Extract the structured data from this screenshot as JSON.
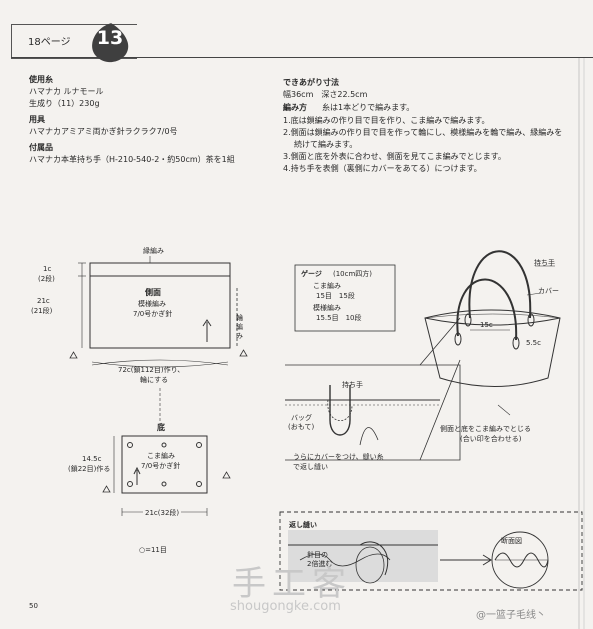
{
  "header": {
    "page_label": "18ページ",
    "number": "13"
  },
  "materials": {
    "yarn_title": "使用糸",
    "yarn_name": "ハマナカ ルナモール",
    "yarn_color": "生成り（11）230g",
    "tools_title": "用具",
    "tools": "ハマナカアミアミ両かぎ針ラクラク7/0号",
    "accessory_title": "付属品",
    "accessory": "ハマナカ本革持ち手（H-210-540-2・約50cm）茶を1組"
  },
  "finish": {
    "size_title": "できあがり寸法",
    "size": "幅36cm　深さ22.5cm",
    "method_title": "編み方",
    "method_note": "糸は1本どりで編みます。",
    "steps": [
      "1.底は鎖編みの作り目で目を作り、こま編みで編みます。",
      "2.側面は鎖編みの作り目で目を作って輪にし、模様編みを輪で編み、縁編みを",
      "続けて編みます。",
      "3.側面と底を外表に合わせ、側面を見てこま編みでとじます。",
      "4.持ち手を表側（裏側にカバーをあてる）につけます。"
    ]
  },
  "side_panel": {
    "edge_label": "縁編み",
    "left_top": "1c",
    "left_top_rows": "(2段)",
    "left_mid": "21c",
    "left_mid_rows": "(21段)",
    "title": "側面",
    "pattern": "模様編み",
    "hook": "7/0号かぎ針",
    "arrow_label": "輪編み",
    "bottom_measure": "72c(鎖112目)作り、",
    "bottom_note": "輪にする"
  },
  "base_panel": {
    "title": "底",
    "stitch": "こま編み",
    "hook": "7/0号かぎ針",
    "left_measure": "14.5c",
    "left_note": "(鎖22目)作る",
    "bottom_measure": "21c(32段)",
    "legend": "○=11目"
  },
  "gauge": {
    "title": "ゲージ",
    "unit": "(10cm四方)",
    "sc_label": "こま編み",
    "sc_value": "15目　15段",
    "pat_label": "模様編み",
    "pat_value": "15.5目　10段"
  },
  "bag": {
    "handle_label": "持ち手",
    "cover_label": "カバー",
    "width_label": "15c",
    "offset_label": "5.5c",
    "join_note_1": "側面と底をこま編みでとじる",
    "join_note_2": "(合い印を合わせる)"
  },
  "detail": {
    "handle_label": "持ち手",
    "bag_label_1": "バッグ",
    "bag_label_2": "(おもて)",
    "note_1": "うらにカバーをつけ、縫い糸",
    "note_2": "で返し縫い"
  },
  "backstitch": {
    "title": "返し縫い",
    "note_1": "針目の",
    "note_2": "2倍進む",
    "section_label": "断面図"
  },
  "footer": {
    "page_number": "50"
  },
  "watermark": {
    "site_cn": "手工客",
    "site_url": "shougongke.com",
    "weibo": "@一篮子毛线丶"
  }
}
